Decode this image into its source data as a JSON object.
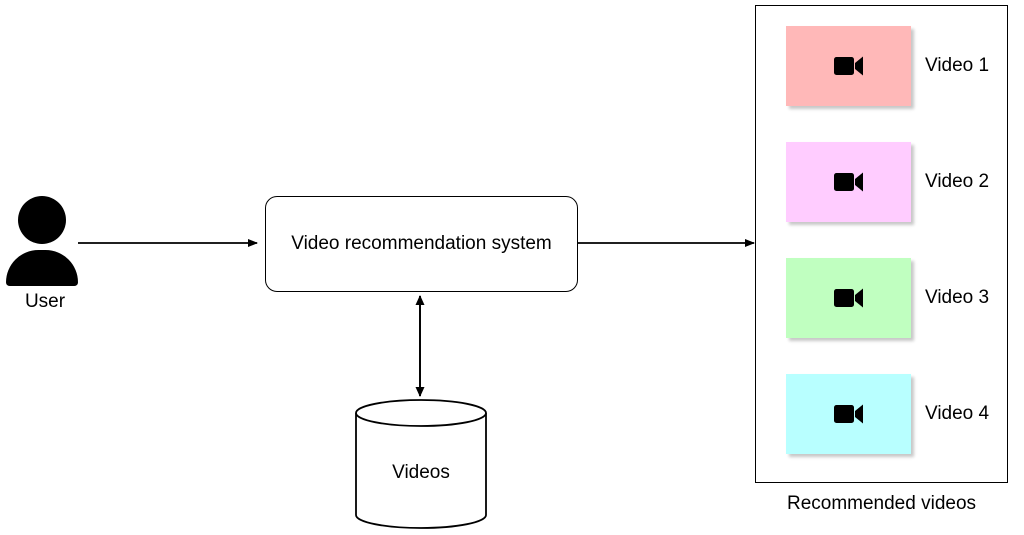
{
  "diagram": {
    "actor": {
      "icon": "user-person-icon",
      "label": "User"
    },
    "system": {
      "label": "Video recommendation system"
    },
    "datastore": {
      "icon": "database-cylinder-icon",
      "label": "Videos"
    },
    "arrows": [
      {
        "name": "user-to-system",
        "direction": "right"
      },
      {
        "name": "system-to-recommended",
        "direction": "right"
      },
      {
        "name": "system-to-videos",
        "direction": "both"
      }
    ],
    "recommended_panel": {
      "caption": "Recommended videos",
      "items": [
        {
          "label": "Video 1",
          "color": "#FFB8B8",
          "icon": "video-camera-icon"
        },
        {
          "label": "Video 2",
          "color": "#FFCCFF",
          "icon": "video-camera-icon"
        },
        {
          "label": "Video 3",
          "color": "#C0FFC0",
          "icon": "video-camera-icon"
        },
        {
          "label": "Video 4",
          "color": "#B8FFFF",
          "icon": "video-camera-icon"
        }
      ]
    },
    "colors": {
      "stroke": "#000000",
      "background": "#FFFFFF"
    }
  }
}
